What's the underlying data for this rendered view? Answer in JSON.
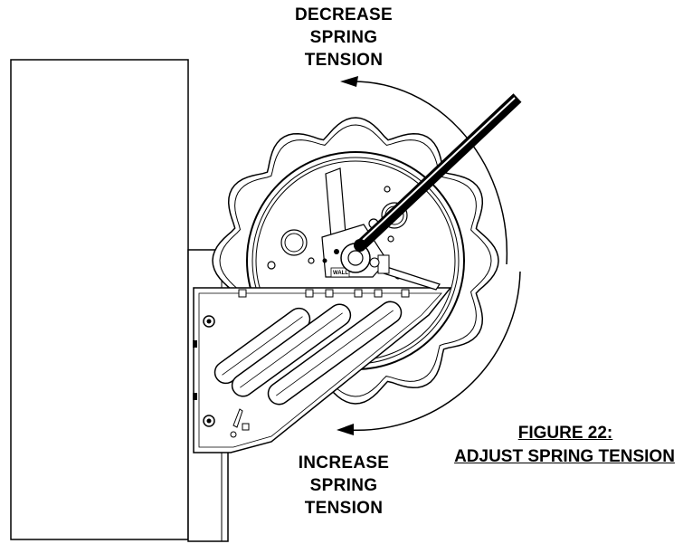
{
  "labels": {
    "decrease": [
      "DECREASE",
      "SPRING",
      "TENSION"
    ],
    "increase": [
      "INCREASE",
      "SPRING",
      "TENSION"
    ]
  },
  "figure": {
    "number": "FIGURE 22:",
    "caption": "ADJUST SPRING TENSION"
  },
  "bracket_text": "WALL",
  "colors": {
    "line": "#000000",
    "background": "#ffffff"
  }
}
